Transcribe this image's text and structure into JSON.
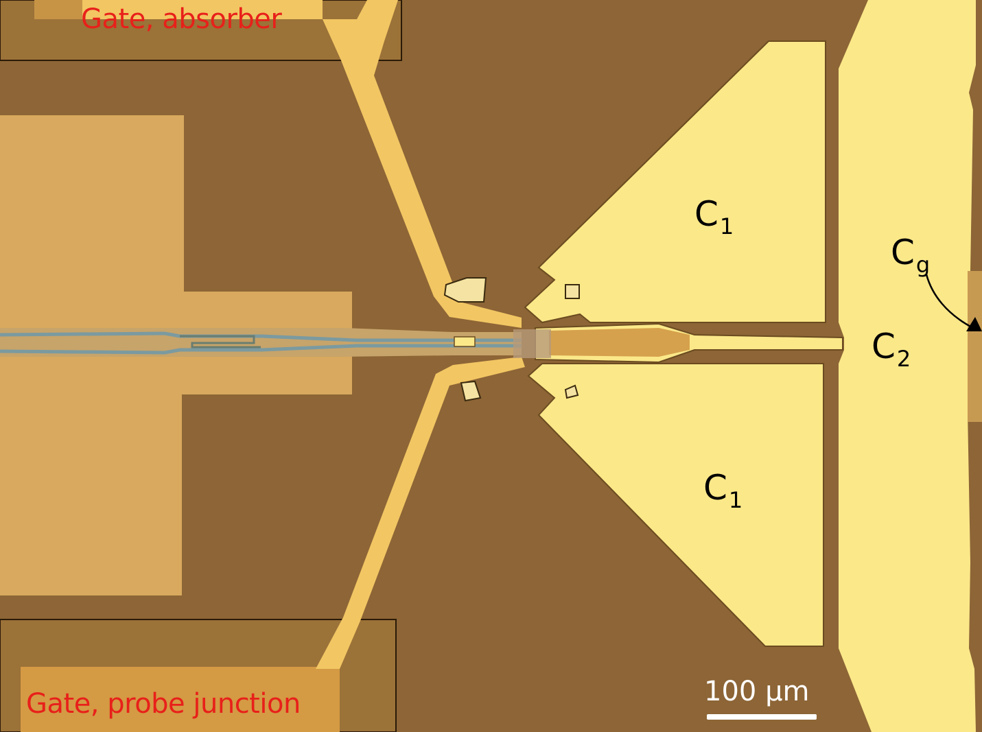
{
  "labels": {
    "gate_absorber": "Gate, absorber",
    "gate_probe": "Gate, probe junction",
    "c1_top_main": "C",
    "c1_top_sub": "1",
    "c1_bottom_main": "C",
    "c1_bottom_sub": "1",
    "cg_main": "C",
    "cg_sub": "g",
    "c2_main": "C",
    "c2_sub": "2",
    "scale_bar": "100 µm"
  },
  "colors": {
    "substrate": "#8d6536",
    "gold_bright": "#fbe889",
    "gold_pad": "#d8a95e",
    "gold_dark": "#9b7238",
    "label_red": "#e8201a"
  }
}
